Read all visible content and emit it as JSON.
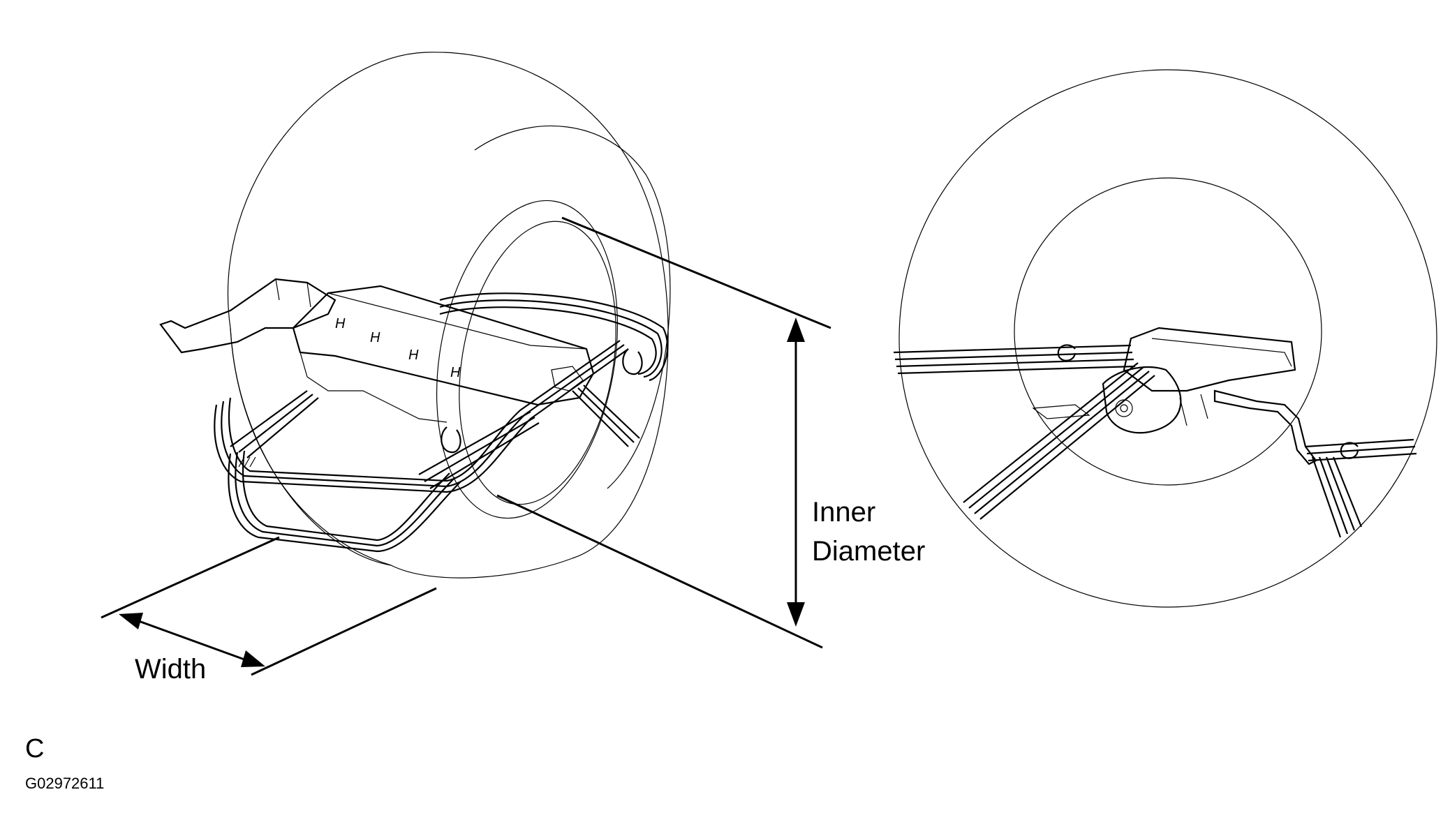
{
  "labels": {
    "inner_line1": "Inner",
    "inner_line2": "Diameter",
    "width": "Width",
    "panel": "C",
    "code": "G02972611"
  },
  "icons": [
    "tire-icon",
    "airbag-module-icon",
    "wire-tie-icon",
    "dimension-arrow-icon"
  ],
  "colors": {
    "ink": "#000000",
    "background": "#ffffff"
  }
}
